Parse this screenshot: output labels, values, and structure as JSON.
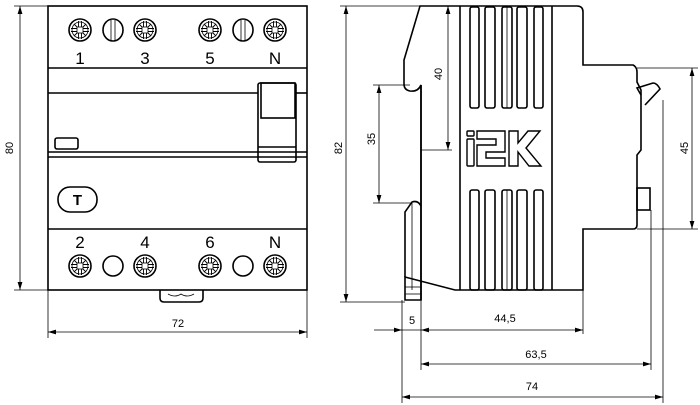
{
  "front_view": {
    "top_terminals": [
      "1",
      "3",
      "5",
      "N"
    ],
    "bottom_terminals": [
      "2",
      "4",
      "6",
      "N"
    ],
    "test_button_label": "T",
    "dim_height": "80",
    "dim_width": "72"
  },
  "side_view": {
    "brand_logo": "IEK",
    "dim_height": "82",
    "dim_din_rail": "35",
    "dim_40": "40",
    "dim_45": "45",
    "dim_5": "5",
    "dim_44_5": "44,5",
    "dim_63_5": "63,5",
    "dim_74": "74"
  }
}
